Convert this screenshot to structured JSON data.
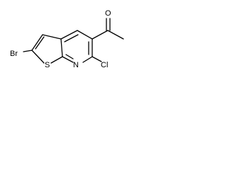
{
  "molecule": {
    "atoms": {
      "br": "Br",
      "s": "S",
      "n": "N",
      "cl": "Cl",
      "o": "O"
    }
  }
}
